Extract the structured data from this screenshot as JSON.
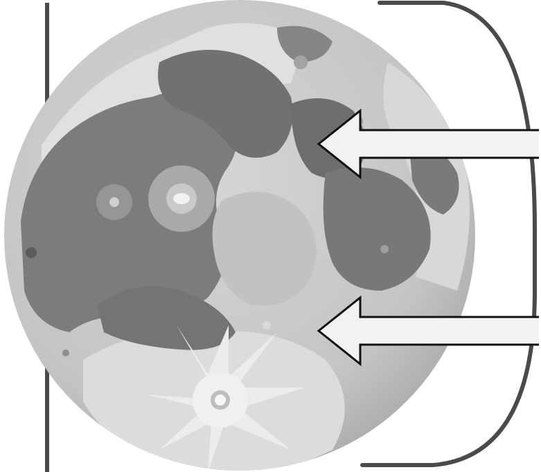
{
  "figure": {
    "subject": "moon-icon",
    "colors": {
      "background": "#ffffff",
      "frame_stroke": "#4a4a4a",
      "moon_base": "#c9c9c9",
      "moon_highlands": "#e2e2e2",
      "moon_maria": "#7c7c7c",
      "moon_maria_dark": "#6d6d6d",
      "crater_ray": "#f2f2f2",
      "arrow_fill": "#f2f2f2",
      "arrow_stroke": "#111111"
    },
    "arrows": [
      {
        "name": "arrow-upper",
        "direction": "left"
      },
      {
        "name": "arrow-lower",
        "direction": "left"
      }
    ]
  }
}
